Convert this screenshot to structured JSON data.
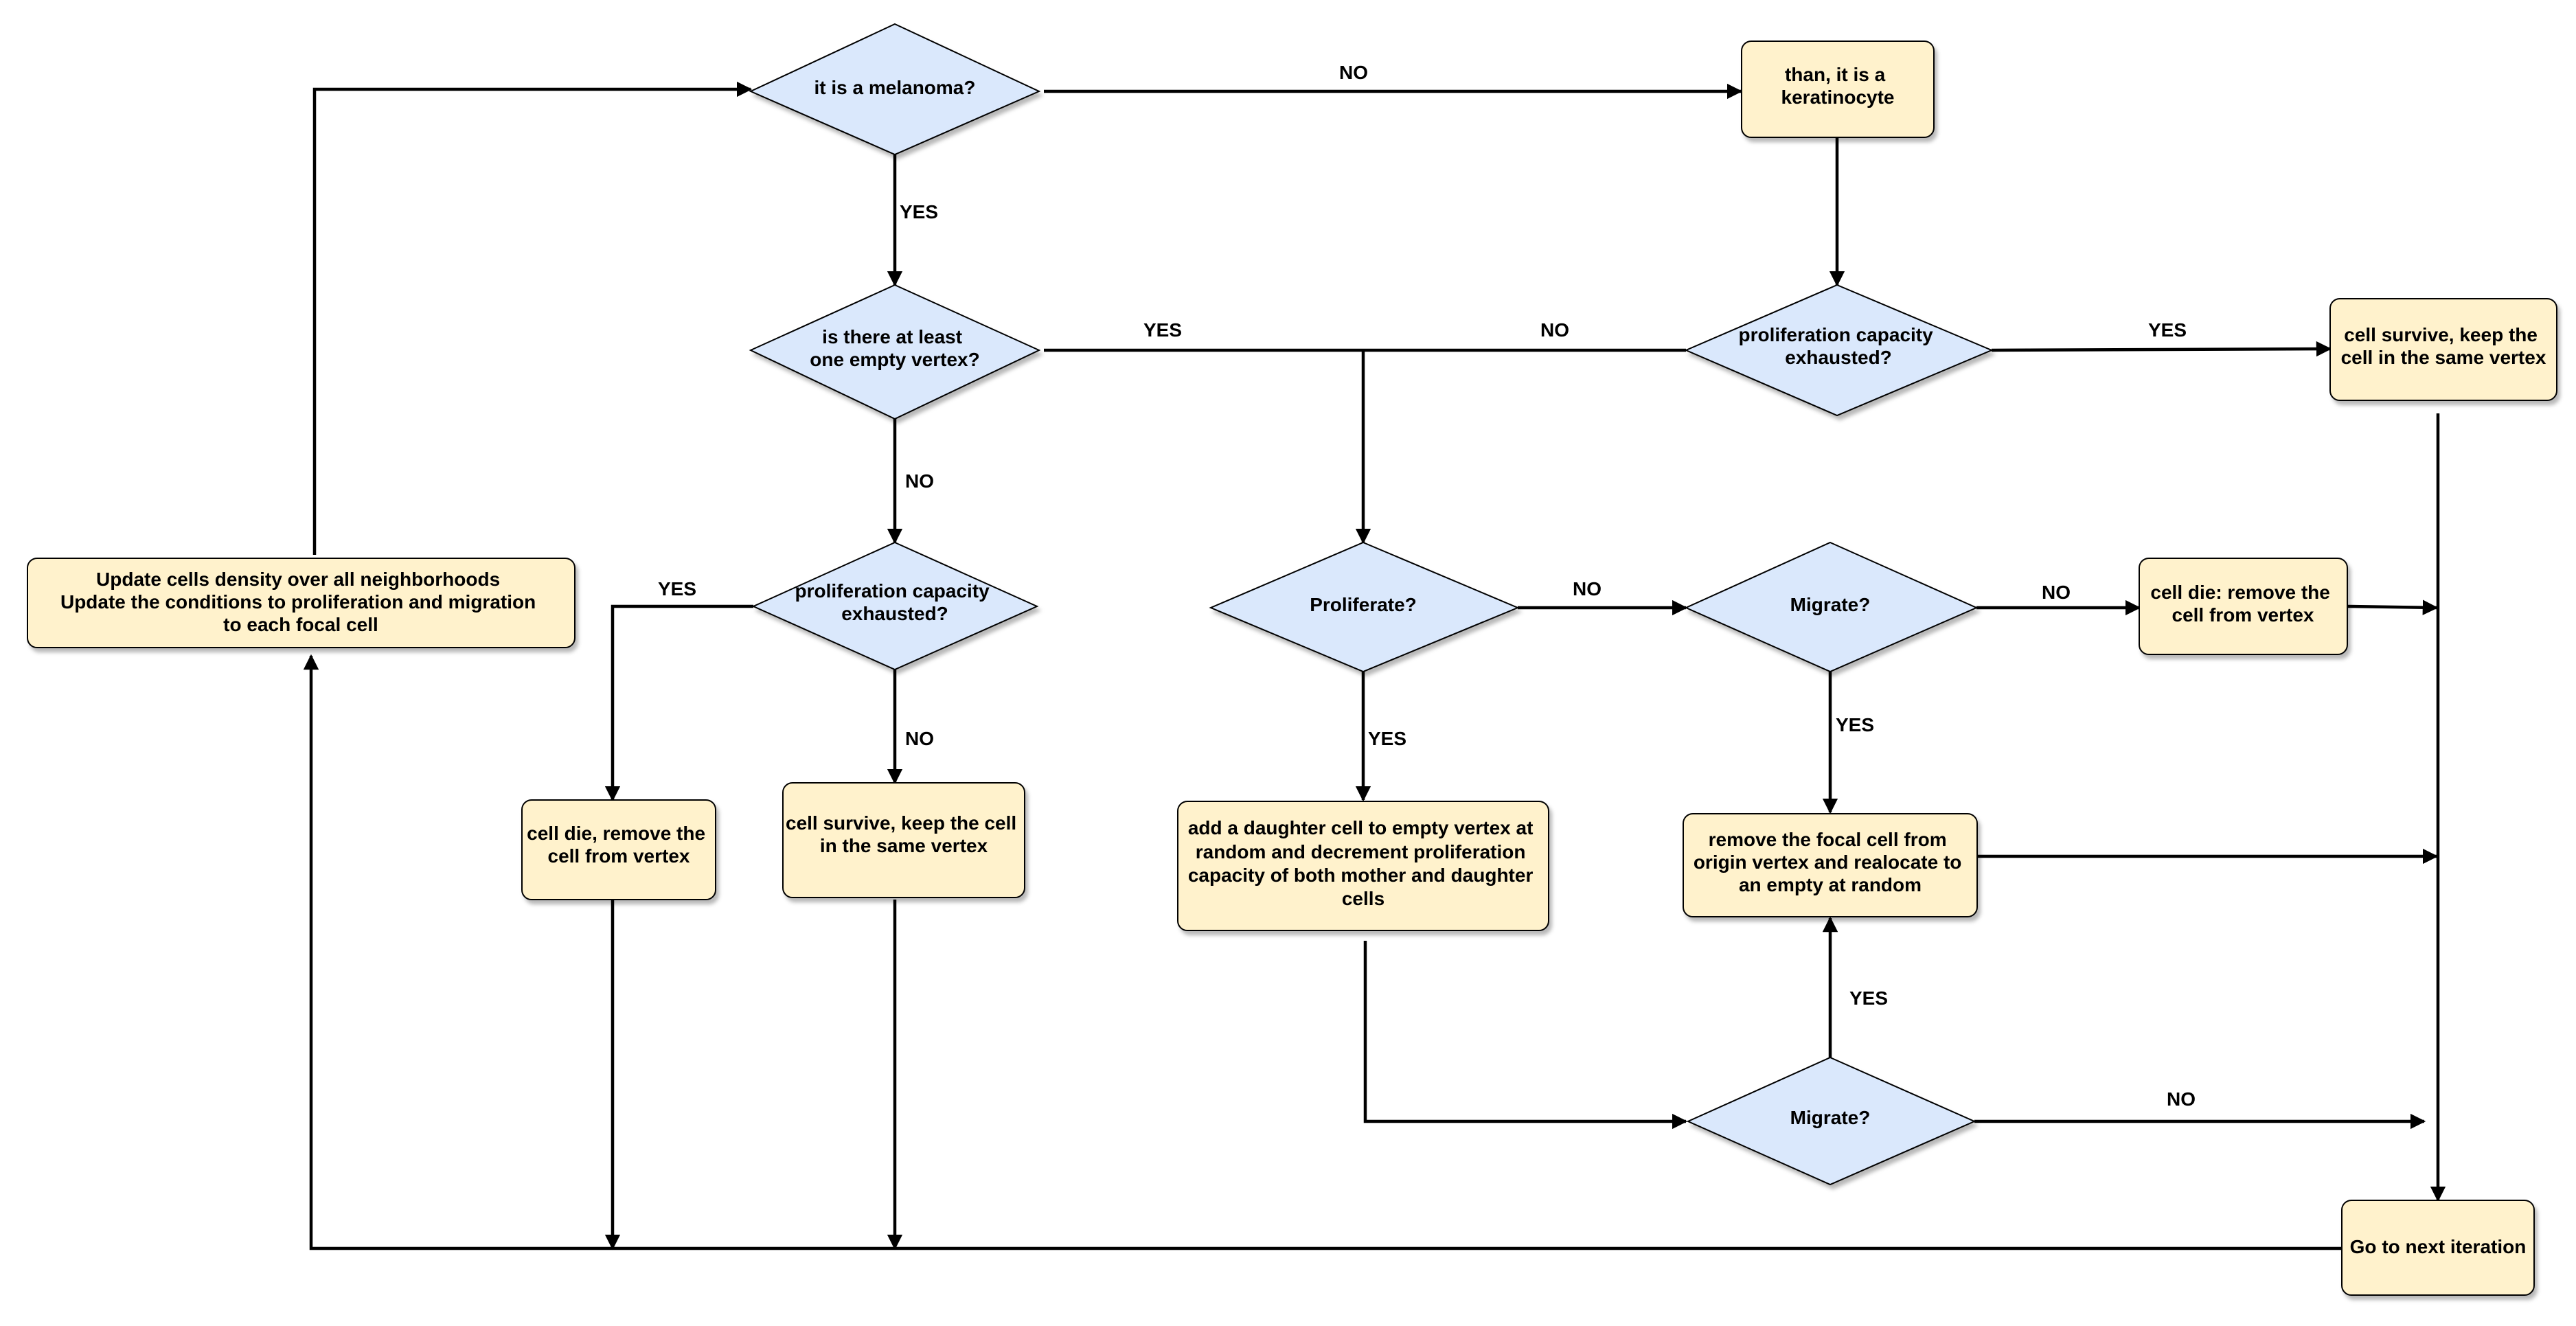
{
  "colors": {
    "process_fill": "#fff2cc",
    "decision_fill": "#dae8fc",
    "stroke": "#000000"
  },
  "nodes": {
    "update": [
      "Update cells density over all neighborhoods",
      "Update the conditions to proliferation and migration",
      "to each focal cell"
    ],
    "melanoma_q": [
      "it is a melanoma?"
    ],
    "keratinocyte": [
      "than, it is a",
      "keratinocyte"
    ],
    "empty_vertex_q": [
      "is there at least",
      "one empty vertex?"
    ],
    "prolif_exhausted_right_q": [
      "proliferation capacity",
      "exhausted?"
    ],
    "survive_right": [
      "cell survive, keep the",
      "cell in the same vertex"
    ],
    "prolif_exhausted_left_q": [
      "proliferation capacity",
      "exhausted?"
    ],
    "proliferate_q": [
      "Proliferate?"
    ],
    "migrate_top_q": [
      "Migrate?"
    ],
    "cell_die_right": [
      "cell die: remove the",
      "cell from vertex"
    ],
    "cell_die_left": [
      "cell die, remove the",
      "cell from vertex"
    ],
    "survive_left": [
      "cell survive, keep the cell",
      "in the same vertex"
    ],
    "add_daughter": [
      "add a daughter cell to empty vertex at",
      "random and decrement proliferation",
      "capacity of both mother and daughter",
      "cells"
    ],
    "relocate": [
      "remove the focal cell from",
      "origin vertex and realocate to",
      "an empty at random"
    ],
    "migrate_bottom_q": [
      "Migrate?"
    ],
    "next_iteration": [
      "Go to next iteration"
    ]
  },
  "edge_labels": {
    "melanoma_no": "NO",
    "melanoma_yes": "YES",
    "empty_yes": "YES",
    "exhausted_right_no": "NO",
    "exhausted_right_yes": "YES",
    "empty_no": "NO",
    "exhausted_left_yes": "YES",
    "exhausted_left_no": "NO",
    "proliferate_no": "NO",
    "proliferate_yes": "YES",
    "migrate_top_no": "NO",
    "migrate_top_yes": "YES",
    "migrate_bottom_yes": "YES",
    "migrate_bottom_no": "NO"
  }
}
